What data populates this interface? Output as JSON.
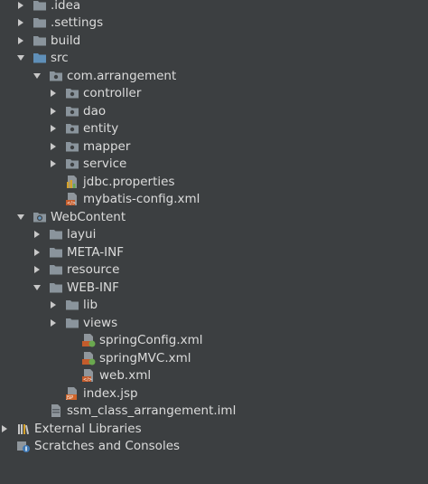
{
  "colors": {
    "background": "#3c3f41",
    "text": "#dcdcdc",
    "folder": "#8a949c",
    "src_folder": "#5f8fb8",
    "xml_orange": "#c45c2c",
    "spring_green": "#6aa84f",
    "jsp_orange": "#d0652a"
  },
  "tree": [
    {
      "depth": 0,
      "arrow": "right",
      "icon": "folder-icon",
      "label": ".idea"
    },
    {
      "depth": 0,
      "arrow": "right",
      "icon": "folder-icon",
      "label": ".settings"
    },
    {
      "depth": 0,
      "arrow": "right",
      "icon": "folder-icon",
      "label": "build"
    },
    {
      "depth": 0,
      "arrow": "down",
      "icon": "source-folder-icon",
      "label": "src"
    },
    {
      "depth": 1,
      "arrow": "down",
      "icon": "package-icon",
      "label": "com.arrangement"
    },
    {
      "depth": 2,
      "arrow": "right",
      "icon": "package-icon",
      "label": "controller"
    },
    {
      "depth": 2,
      "arrow": "right",
      "icon": "package-icon",
      "label": "dao"
    },
    {
      "depth": 2,
      "arrow": "right",
      "icon": "package-icon",
      "label": "entity"
    },
    {
      "depth": 2,
      "arrow": "right",
      "icon": "package-icon",
      "label": "mapper"
    },
    {
      "depth": 2,
      "arrow": "right",
      "icon": "package-icon",
      "label": "service"
    },
    {
      "depth": 2,
      "arrow": "none",
      "icon": "properties-file-icon",
      "label": "jdbc.properties"
    },
    {
      "depth": 2,
      "arrow": "none",
      "icon": "xml-file-icon",
      "label": "mybatis-config.xml"
    },
    {
      "depth": 0,
      "arrow": "down",
      "icon": "web-folder-icon",
      "label": "WebContent"
    },
    {
      "depth": 1,
      "arrow": "right",
      "icon": "folder-icon",
      "label": "layui"
    },
    {
      "depth": 1,
      "arrow": "right",
      "icon": "folder-icon",
      "label": "META-INF"
    },
    {
      "depth": 1,
      "arrow": "right",
      "icon": "folder-icon",
      "label": "resource"
    },
    {
      "depth": 1,
      "arrow": "down",
      "icon": "folder-icon",
      "label": "WEB-INF"
    },
    {
      "depth": 2,
      "arrow": "right",
      "icon": "folder-icon",
      "label": "lib"
    },
    {
      "depth": 2,
      "arrow": "right",
      "icon": "folder-icon",
      "label": "views"
    },
    {
      "depth": 3,
      "arrow": "none",
      "icon": "spring-xml-icon",
      "label": "springConfig.xml"
    },
    {
      "depth": 3,
      "arrow": "none",
      "icon": "spring-xml-icon",
      "label": "springMVC.xml"
    },
    {
      "depth": 3,
      "arrow": "none",
      "icon": "xml-file-icon",
      "label": "web.xml"
    },
    {
      "depth": 2,
      "arrow": "none",
      "icon": "jsp-file-icon",
      "label": "index.jsp"
    },
    {
      "depth": 1,
      "arrow": "none",
      "icon": "iml-file-icon",
      "label": "ssm_class_arrangement.iml"
    },
    {
      "depth": -1,
      "arrow": "right",
      "icon": "libraries-icon",
      "label": "External Libraries"
    },
    {
      "depth": -1,
      "arrow": "none",
      "icon": "scratches-icon",
      "label": "Scratches and Consoles"
    }
  ]
}
